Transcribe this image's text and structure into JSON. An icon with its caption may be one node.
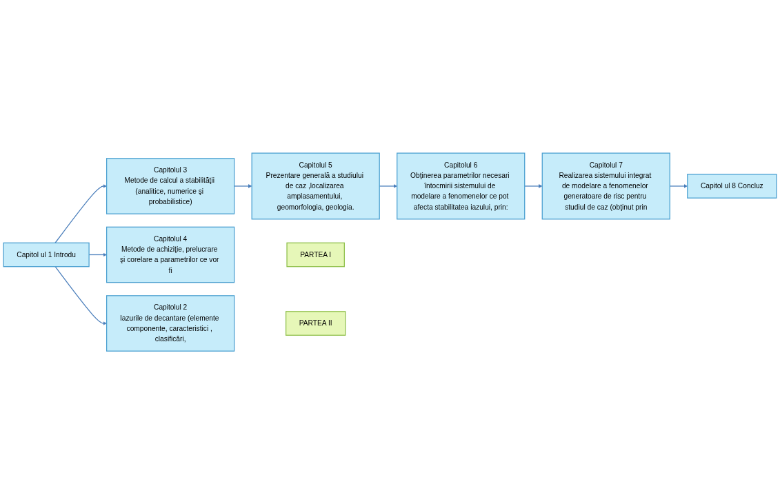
{
  "diagram": {
    "nodes": [
      {
        "text": [
          "Capitol ul 1 Introdu"
        ]
      },
      {
        "text": [
          "Capitolul 2",
          "Iazurile de decantare (elemente componente, caracteristici , clasificări,"
        ]
      },
      {
        "text": [
          "Capitolul 3",
          "Metode de calcul a stabilităţii (analitice, numerice şi probabilistice)"
        ]
      },
      {
        "text": [
          "Capitolul 4",
          "Metode de achiziţie, prelucrare şi corelare a parametrilor ce vor fi"
        ]
      },
      {
        "text": [
          "PARTEA I"
        ]
      },
      {
        "text": [
          "PARTEA II"
        ]
      },
      {
        "text": [
          "Capitolul 5",
          "Prezentare generală a studiului de caz ,localizarea amplasamentului, geomorfologia, geologia."
        ]
      },
      {
        "text": [
          "Capitolul 6",
          "Obţinerea parametrilor necesari întocmirii sistemului de modelare a fenomenelor ce pot afecta stabilitatea iazului, prin:"
        ]
      },
      {
        "text": [
          "Capitolul 7",
          "Realizarea sistemului integrat de modelare a fenomenelor generatoare de risc pentru studiul de caz (obţinut prin"
        ]
      },
      {
        "text": [
          "Capitol ul 8 Concluz"
        ]
      }
    ],
    "edges": [
      {
        "from": 0,
        "to": 1,
        "arrow": "to"
      },
      {
        "from": 0,
        "to": 2,
        "arrow": "to"
      },
      {
        "from": 0,
        "to": 3,
        "arrow": "to"
      },
      {
        "from": 2,
        "to": 6,
        "arrow": "to"
      },
      {
        "from": 6,
        "to": 7,
        "arrow": "to"
      },
      {
        "from": 7,
        "to": 8,
        "arrow": "to"
      },
      {
        "from": 8,
        "to": 9,
        "arrow": "to"
      }
    ]
  }
}
